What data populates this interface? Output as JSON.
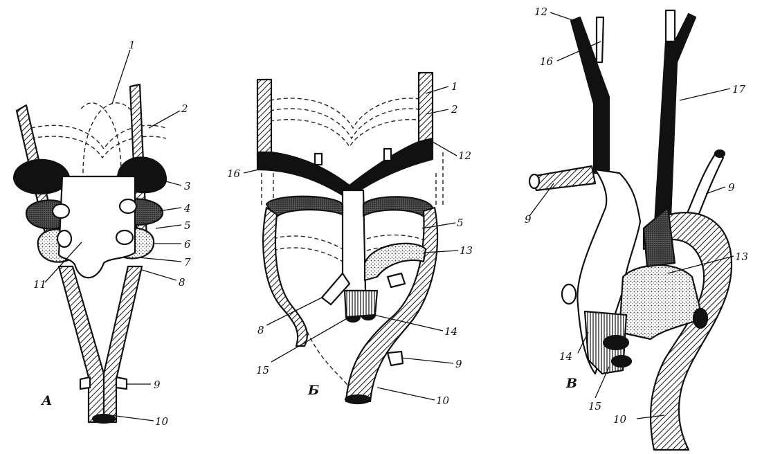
{
  "panels": {
    "a": {
      "letter": "А"
    },
    "b": {
      "letter": "Б"
    },
    "v": {
      "letter": "В"
    }
  },
  "labels": {
    "a": [
      "1",
      "2",
      "3",
      "4",
      "5",
      "6",
      "7",
      "8",
      "9",
      "10",
      "11"
    ],
    "b": [
      "1",
      "2",
      "12",
      "16",
      "5",
      "13",
      "14",
      "9",
      "10",
      "8",
      "15"
    ],
    "v": [
      "12",
      "16",
      "17",
      "9",
      "9",
      "13",
      "14",
      "15",
      "10"
    ]
  },
  "colors": {
    "ink": "#111111",
    "paper": "#ffffff",
    "dense_fill": "#111111",
    "stipple": "#8a8a8a"
  }
}
